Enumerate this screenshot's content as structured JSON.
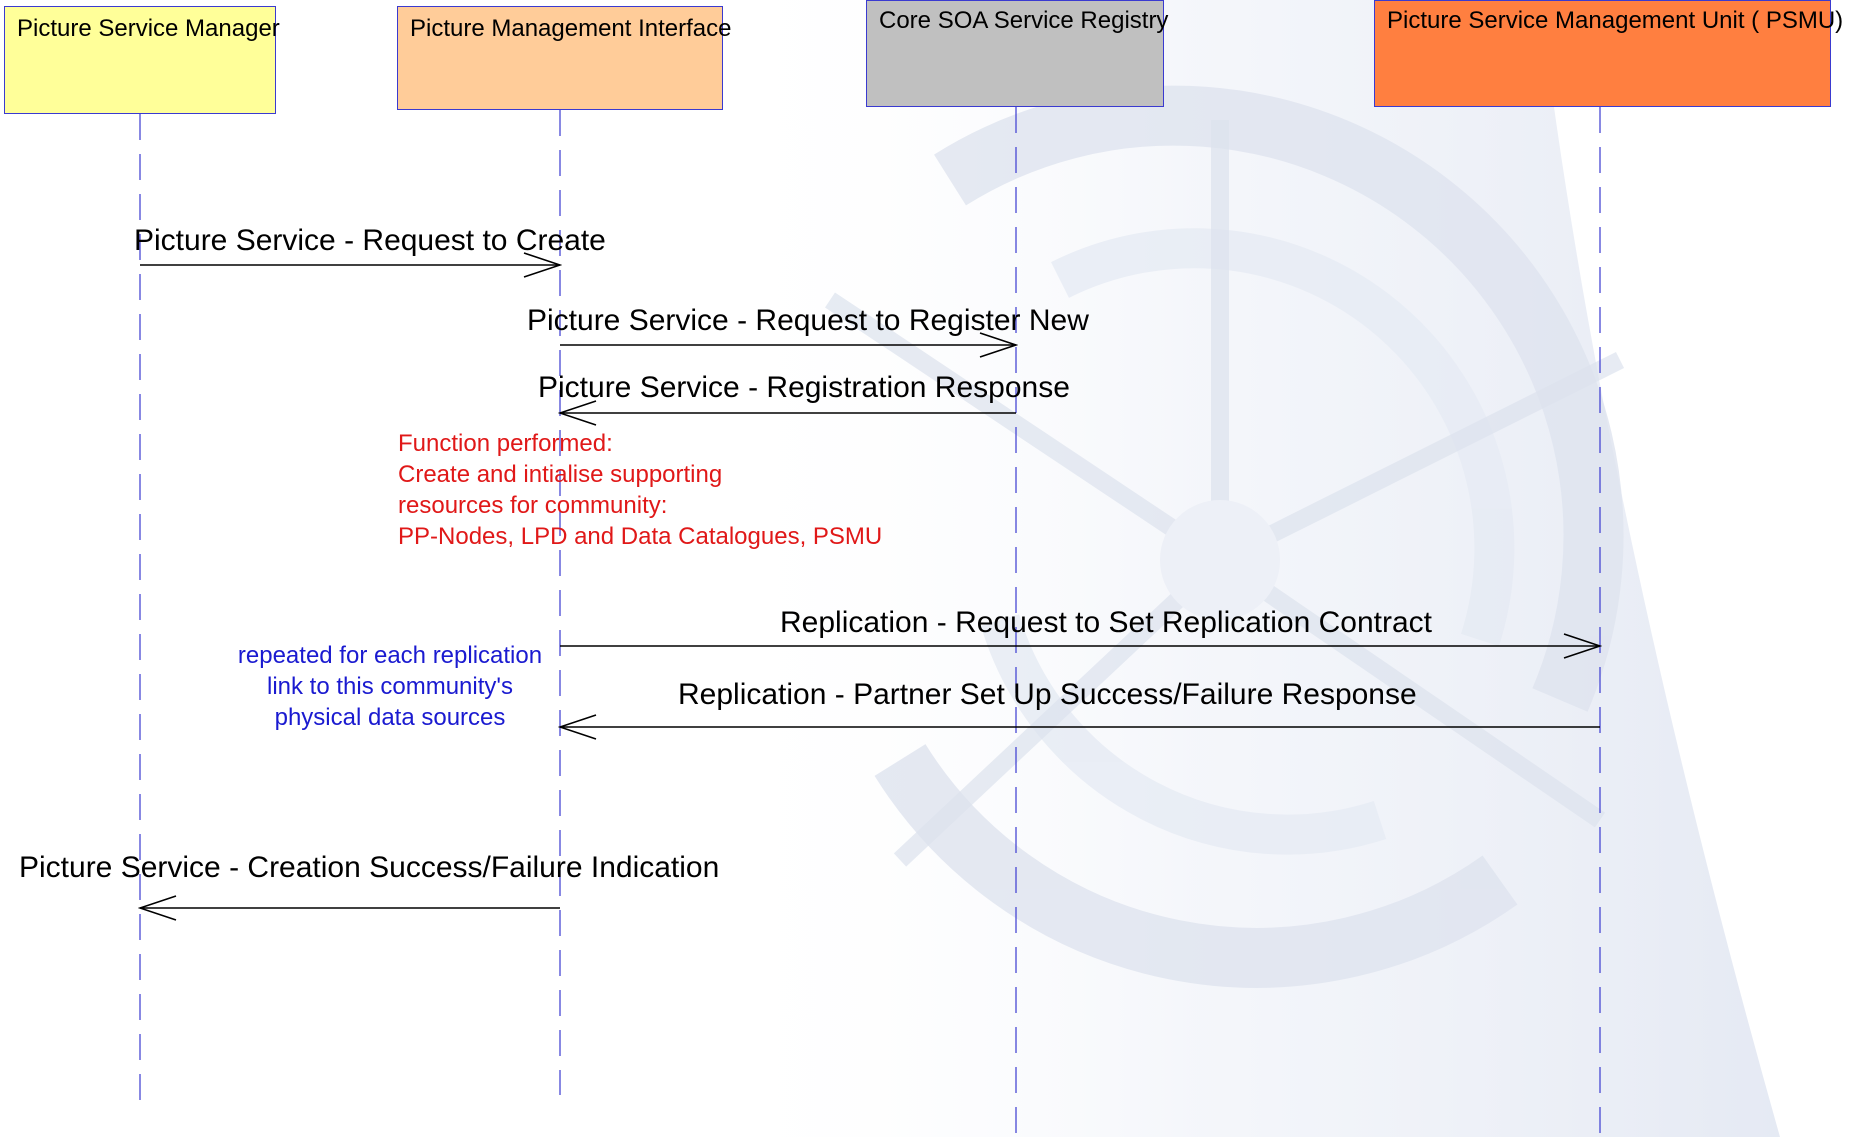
{
  "participants": [
    {
      "name": "Picture Service Manager",
      "fill": "#ffff99"
    },
    {
      "name": "Picture Management Interface",
      "fill": "#ffcc99"
    },
    {
      "name": "Core SOA Service Registry",
      "fill": "#c0c0c0"
    },
    {
      "name": "Picture Service Management Unit ( PSMU)",
      "fill": "#ff7f40"
    }
  ],
  "messages": [
    {
      "label": "Picture Service - Request to Create",
      "from": 0,
      "to": 1
    },
    {
      "label": "Picture Service - Request to Register New",
      "from": 1,
      "to": 2
    },
    {
      "label": "Picture Service - Registration Response",
      "from": 2,
      "to": 1
    },
    {
      "label": "Replication - Request to Set Replication Contract",
      "from": 1,
      "to": 3
    },
    {
      "label": "Replication - Partner Set Up Success/Failure Response",
      "from": 3,
      "to": 1
    },
    {
      "label": "Picture Service - Creation Success/Failure Indication",
      "from": 1,
      "to": 0
    }
  ],
  "notes": {
    "function_performed": [
      "Function performed:",
      "Create and intialise supporting",
      "resources for community:",
      "PP-Nodes, LPD and Data Catalogues, PSMU"
    ],
    "repeated": [
      "repeated for each replication",
      "link to this community's",
      "physical data sources"
    ]
  },
  "colors": {
    "lifeline": "#3a3ad0",
    "arrow": "#000000",
    "note_red": "#e01818",
    "note_blue": "#1a1ad0"
  }
}
